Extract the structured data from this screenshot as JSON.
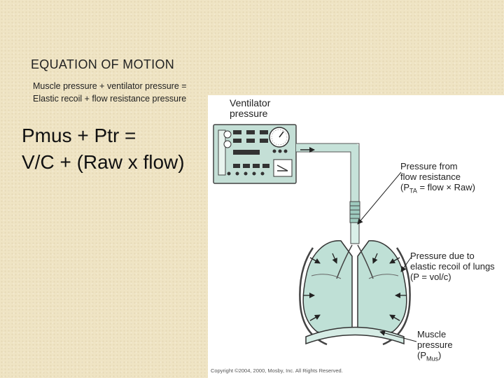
{
  "slide": {
    "title": "EQUATION OF MOTION",
    "subtitle_line1": "Muscle pressure + ventilator pressure =",
    "subtitle_line2": "Elastic recoil + flow resistance pressure",
    "equation_line1": "Pmus + Ptr =",
    "equation_line2": "V/C + (Raw x flow)"
  },
  "figure": {
    "labels": {
      "ventilator_l1": "Ventilator",
      "ventilator_l2": "pressure",
      "flow_resist_l1": "Pressure from",
      "flow_resist_l2": "flow resistance",
      "flow_resist_l3_pre": "(P",
      "flow_resist_l3_sub": "TA",
      "flow_resist_l3_post": " = flow × Raw)",
      "elastic_l1": "Pressure due to",
      "elastic_l2": "elastic recoil of lungs",
      "elastic_l3": "(P = vol/c)",
      "muscle_l1": "Muscle",
      "muscle_l2": "pressure",
      "muscle_l3_pre": "(P",
      "muscle_l3_sub": "Mus",
      "muscle_l3_post": ")"
    },
    "copyright": "Copyright ©2004, 2000, Mosby, Inc. All Rights Reserved."
  },
  "colors": {
    "background": "#efe4c4",
    "lung_fill": "#bfe0d6",
    "ventilator_fill": "#c4dfd6"
  }
}
